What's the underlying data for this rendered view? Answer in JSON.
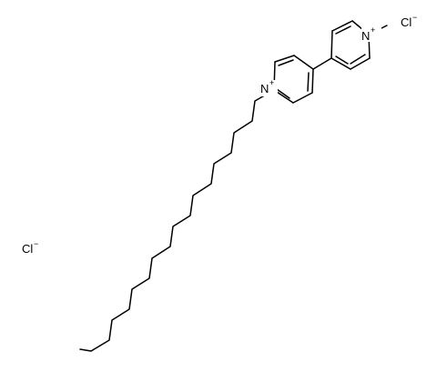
{
  "structure": {
    "atoms": {
      "n_left": "N",
      "n_left_charge": "+",
      "n_right": "N",
      "n_right_charge": "+",
      "chloride_top": "Cl",
      "chloride_top_charge": "−",
      "chloride_left": "Cl",
      "chloride_left_charge": "−"
    }
  }
}
